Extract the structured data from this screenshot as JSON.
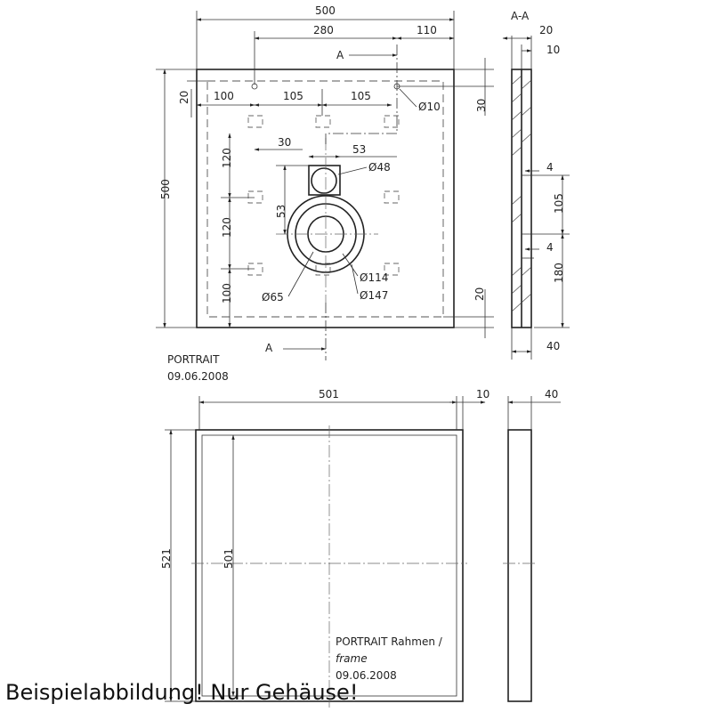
{
  "section_label": "A-A",
  "top_view": {
    "dims": {
      "width": "500",
      "d280": "280",
      "d110": "110",
      "height": "500",
      "d20_left": "20",
      "d100_top": "100",
      "d105_a": "105",
      "d105_b": "105",
      "hole_dia": "Ø10",
      "d30_right": "30",
      "d30_inner": "30",
      "d53_top": "53",
      "dia48": "Ø48",
      "d120_a": "120",
      "d53_left": "53",
      "d120_b": "120",
      "dia114": "Ø114",
      "dia65": "Ø65",
      "dia147": "Ø147",
      "d100_bottom": "100",
      "d20_bottom_right": "20"
    },
    "cut_marker_top": "A",
    "cut_marker_bottom": "A",
    "label_title": "PORTRAIT",
    "label_date": "09.06.2008"
  },
  "section_view": {
    "dims": {
      "d20": "20",
      "d10": "10",
      "d4_top": "4",
      "d105": "105",
      "d4_bottom": "4",
      "d180": "180",
      "d40": "40"
    }
  },
  "frame_view": {
    "dims": {
      "width": "501",
      "d10": "10",
      "d40": "40",
      "outer_height": "521",
      "inner_height": "501"
    },
    "label_title": "PORTRAIT Rahmen /",
    "label_sub": "frame",
    "label_date": "09.06.2008"
  },
  "caption": "Beispielabbildung! Nur Gehäuse!"
}
